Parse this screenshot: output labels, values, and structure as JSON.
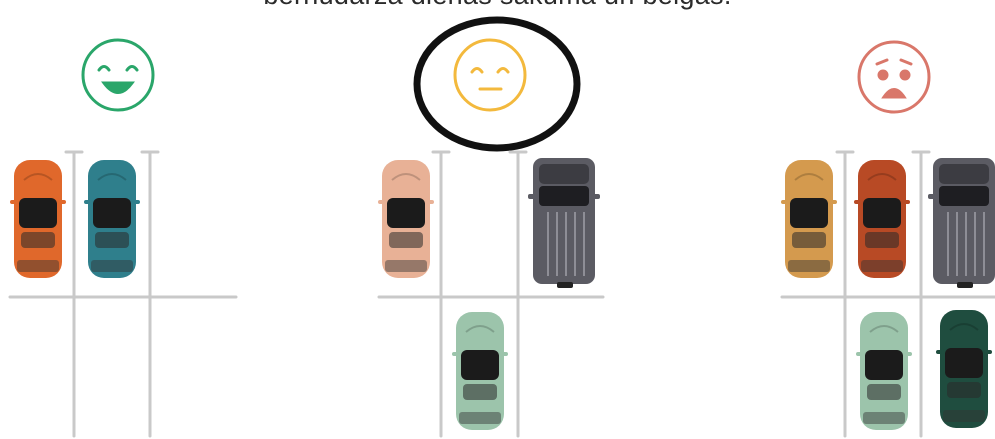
{
  "heading": "bērnudārza dienas sākumā un beigās.",
  "colors": {
    "happy": "#2aa66a",
    "neutral": "#f3b93d",
    "worried": "#d9776a",
    "line": "#c9c9c9",
    "highlight": "#111111"
  },
  "faces": [
    {
      "name": "happy-face-icon",
      "mood": "happy"
    },
    {
      "name": "neutral-face-icon",
      "mood": "neutral",
      "circled": true
    },
    {
      "name": "worried-face-icon",
      "mood": "worried"
    }
  ],
  "cars": {
    "orange": "#e0682b",
    "teal": "#2f7f8c",
    "peach": "#e8b196",
    "dark_gray": "#5b5b63",
    "mint": "#9cc4ab",
    "mustard": "#d49a4e",
    "rust": "#b84a25",
    "dark_green": "#1f4d3f"
  }
}
